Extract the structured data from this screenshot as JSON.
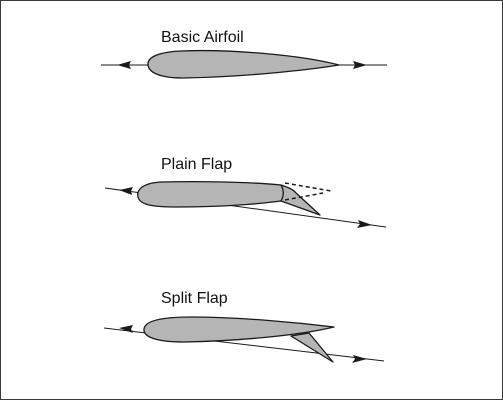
{
  "diagrams": [
    {
      "label": "Basic Airfoil"
    },
    {
      "label": "Plain Flap"
    },
    {
      "label": "Split Flap"
    }
  ],
  "colors": {
    "airfoil_fill": "#b5b5b5",
    "outline": "#1a1a1a",
    "border": "#3a3a3a",
    "background": "#ffffff"
  }
}
